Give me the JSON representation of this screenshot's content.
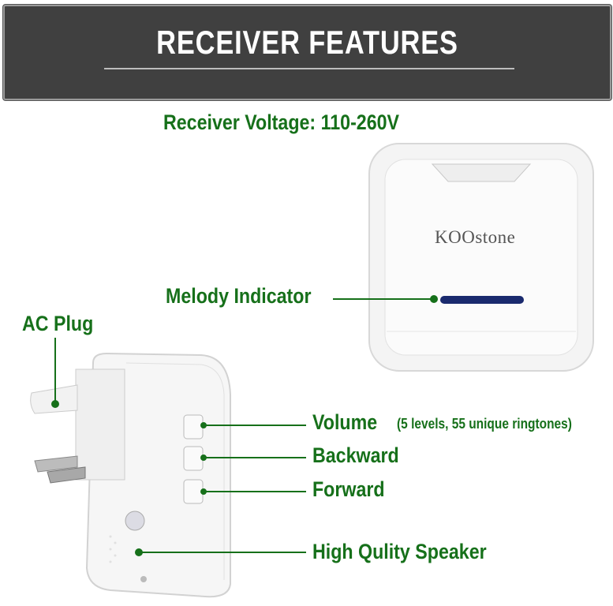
{
  "header": {
    "title": "RECEIVER FEATURES"
  },
  "voltage": "Receiver Voltage: 110-260V",
  "brand_logo": "KOOstone",
  "callouts": {
    "melody_indicator": "Melody Indicator",
    "ac_plug": "AC Plug",
    "volume": "Volume",
    "volume_note": "(5 levels, 55 unique ringtones)",
    "backward": "Backward",
    "forward": "Forward",
    "speaker": "High Qulity Speaker"
  },
  "colors": {
    "accent": "#16701a",
    "header_bg": "#404040",
    "indicator": "#1a2a6e"
  }
}
